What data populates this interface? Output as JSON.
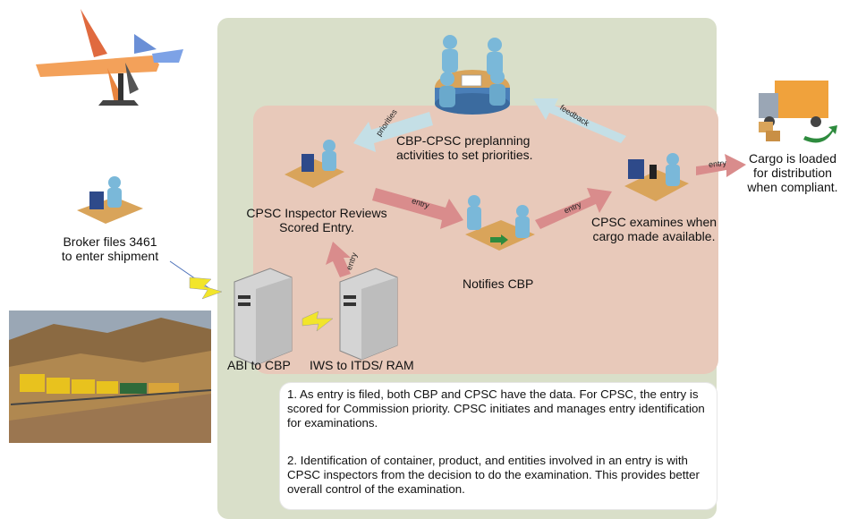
{
  "nodes": {
    "preplanning": "CBP-CPSC preplanning\nactivities to set priorities.",
    "inspector": "CPSC Inspector Reviews\nScored Entry.",
    "notifies": "Notifies CBP",
    "examines": "CPSC examines when\ncargo made available.",
    "cargo": "Cargo is loaded\nfor distribution\nwhen compliant.",
    "broker": "Broker files 3461\nto enter shipment",
    "abi": "ABI to CBP",
    "iws": "IWS to ITDS/ RAM"
  },
  "arrows": {
    "priorities": "priorities",
    "feedback": "feedback",
    "entry_to_notifies": "entry",
    "entry_to_examines": "entry",
    "entry_to_cargo": "entry",
    "entry_up": "entry"
  },
  "notes": {
    "note1": "1. As entry is filed, both CBP and CPSC have the data. For CPSC, the entry is scored for Commission priority. CPSC initiates and manages entry identification for examinations.",
    "note2": "2. Identification of container, product, and entities involved in an entry is with CPSC inspectors from the decision to do the examination. This provides better overall control of the examination."
  },
  "colors": {
    "outer_panel": "#d9dfc9",
    "inner_panel": "#e8c9ba",
    "entry_arrow": "#d98c8c",
    "feedback_arrow": "#c4dfe6"
  }
}
